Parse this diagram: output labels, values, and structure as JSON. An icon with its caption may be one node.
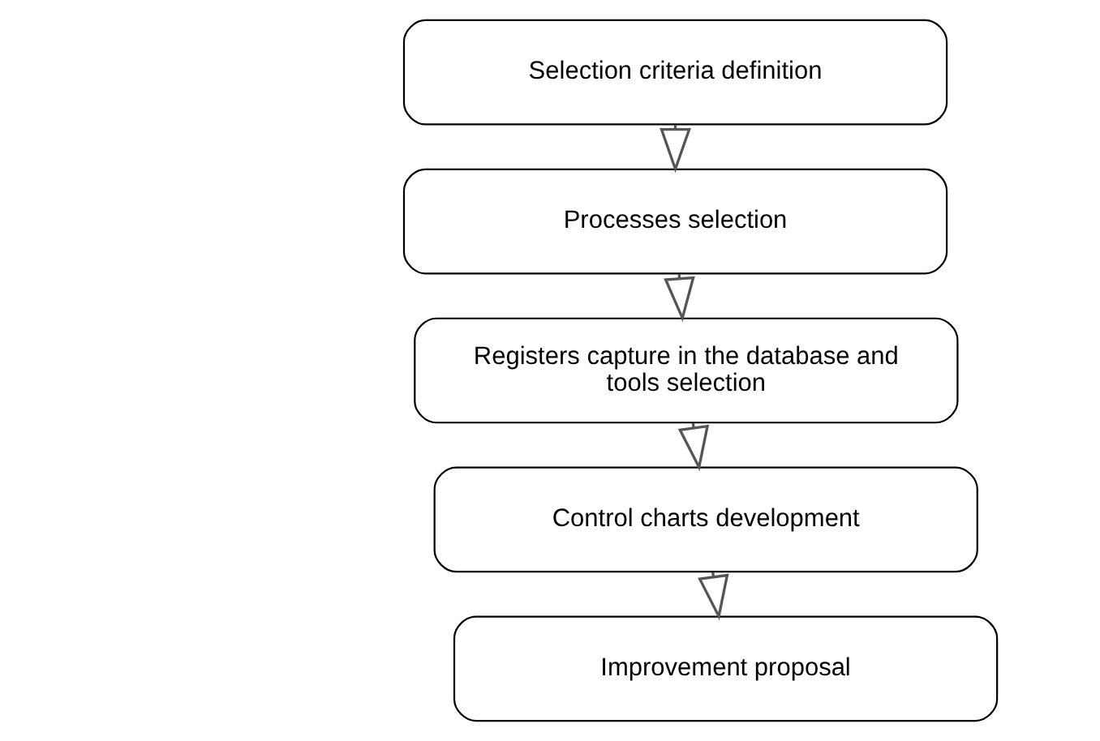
{
  "diagram": {
    "nodes": [
      {
        "text": [
          "Selection criteria definition"
        ]
      },
      {
        "text": [
          "Processes selection"
        ]
      },
      {
        "text": [
          "Registers capture in the database and tools selection"
        ]
      },
      {
        "text": [
          "Control charts development"
        ]
      },
      {
        "text": [
          "Improvement proposal"
        ]
      }
    ],
    "edges": [
      {
        "from": 0,
        "to": 1,
        "arrow": "to"
      },
      {
        "from": 1,
        "to": 2,
        "arrow": "to"
      },
      {
        "from": 2,
        "to": 3,
        "arrow": "to"
      },
      {
        "from": 3,
        "to": 4,
        "arrow": "to"
      }
    ]
  }
}
